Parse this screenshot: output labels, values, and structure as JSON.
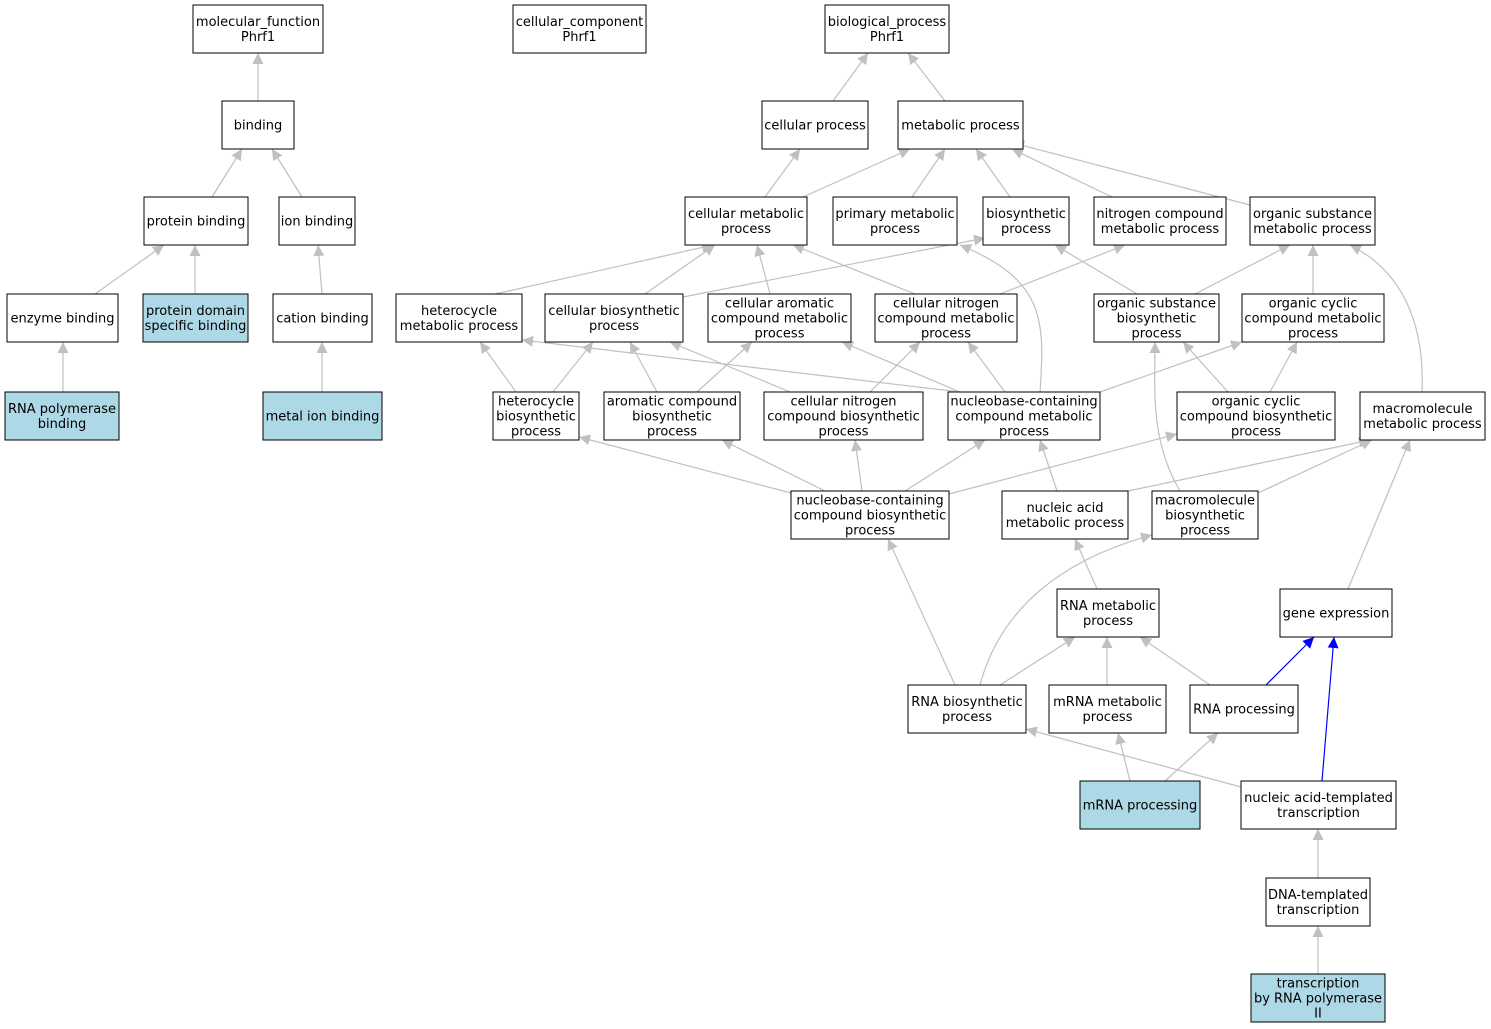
{
  "colors": {
    "default_fill": "#ffffff",
    "highlight_fill": "#add8e6",
    "edge_gray": "#c0c0c0",
    "edge_blue": "#0000ff"
  },
  "nodes": [
    {
      "id": "mf",
      "lines": [
        "molecular_function",
        "Phrf1"
      ],
      "highlight": false
    },
    {
      "id": "cc",
      "lines": [
        "cellular_component",
        "Phrf1"
      ],
      "highlight": false
    },
    {
      "id": "bp",
      "lines": [
        "biological_process",
        "Phrf1"
      ],
      "highlight": false
    },
    {
      "id": "binding",
      "lines": [
        "binding"
      ],
      "highlight": false
    },
    {
      "id": "protein_binding",
      "lines": [
        "protein binding"
      ],
      "highlight": false
    },
    {
      "id": "ion_binding",
      "lines": [
        "ion binding"
      ],
      "highlight": false
    },
    {
      "id": "enzyme_binding",
      "lines": [
        "enzyme binding"
      ],
      "highlight": false
    },
    {
      "id": "protein_domain",
      "lines": [
        "protein domain",
        "specific binding"
      ],
      "highlight": true
    },
    {
      "id": "cation_binding",
      "lines": [
        "cation binding"
      ],
      "highlight": false
    },
    {
      "id": "rnapol_binding",
      "lines": [
        "RNA polymerase",
        "binding"
      ],
      "highlight": true
    },
    {
      "id": "metal_ion",
      "lines": [
        "metal ion binding"
      ],
      "highlight": true
    },
    {
      "id": "cellular_process",
      "lines": [
        "cellular process"
      ],
      "highlight": false
    },
    {
      "id": "metabolic_process",
      "lines": [
        "metabolic process"
      ],
      "highlight": false
    },
    {
      "id": "cell_metab",
      "lines": [
        "cellular metabolic",
        "process"
      ],
      "highlight": false
    },
    {
      "id": "primary_metab",
      "lines": [
        "primary metabolic",
        "process"
      ],
      "highlight": false
    },
    {
      "id": "biosynthetic",
      "lines": [
        "biosynthetic",
        "process"
      ],
      "highlight": false
    },
    {
      "id": "nitrogen_metab",
      "lines": [
        "nitrogen compound",
        "metabolic process"
      ],
      "highlight": false
    },
    {
      "id": "org_sub_metab",
      "lines": [
        "organic substance",
        "metabolic process"
      ],
      "highlight": false
    },
    {
      "id": "hetero_metab",
      "lines": [
        "heterocycle",
        "metabolic process"
      ],
      "highlight": false
    },
    {
      "id": "cell_biosyn",
      "lines": [
        "cellular biosynthetic",
        "process"
      ],
      "highlight": false
    },
    {
      "id": "cell_arom_metab",
      "lines": [
        "cellular aromatic",
        "compound metabolic",
        "process"
      ],
      "highlight": false
    },
    {
      "id": "cell_nitro_metab",
      "lines": [
        "cellular nitrogen",
        "compound metabolic",
        "process"
      ],
      "highlight": false
    },
    {
      "id": "org_sub_biosyn",
      "lines": [
        "organic substance",
        "biosynthetic",
        "process"
      ],
      "highlight": false
    },
    {
      "id": "org_cyc_metab",
      "lines": [
        "organic cyclic",
        "compound metabolic",
        "process"
      ],
      "highlight": false
    },
    {
      "id": "hetero_biosyn",
      "lines": [
        "heterocycle",
        "biosynthetic",
        "process"
      ],
      "highlight": false
    },
    {
      "id": "arom_biosyn",
      "lines": [
        "aromatic compound",
        "biosynthetic",
        "process"
      ],
      "highlight": false
    },
    {
      "id": "cell_nitro_biosyn",
      "lines": [
        "cellular nitrogen",
        "compound biosynthetic",
        "process"
      ],
      "highlight": false
    },
    {
      "id": "nucleobase_metab",
      "lines": [
        "nucleobase-containing",
        "compound metabolic",
        "process"
      ],
      "highlight": false
    },
    {
      "id": "org_cyc_biosyn",
      "lines": [
        "organic cyclic",
        "compound biosynthetic",
        "process"
      ],
      "highlight": false
    },
    {
      "id": "macro_metab",
      "lines": [
        "macromolecule",
        "metabolic process"
      ],
      "highlight": false
    },
    {
      "id": "nucleobase_biosyn",
      "lines": [
        "nucleobase-containing",
        "compound biosynthetic",
        "process"
      ],
      "highlight": false
    },
    {
      "id": "nucleic_metab",
      "lines": [
        "nucleic acid",
        "metabolic process"
      ],
      "highlight": false
    },
    {
      "id": "macro_biosyn",
      "lines": [
        "macromolecule",
        "biosynthetic",
        "process"
      ],
      "highlight": false
    },
    {
      "id": "rna_metab",
      "lines": [
        "RNA metabolic",
        "process"
      ],
      "highlight": false
    },
    {
      "id": "gene_expr",
      "lines": [
        "gene expression"
      ],
      "highlight": false
    },
    {
      "id": "rna_biosyn",
      "lines": [
        "RNA biosynthetic",
        "process"
      ],
      "highlight": false
    },
    {
      "id": "mrna_metab",
      "lines": [
        "mRNA metabolic",
        "process"
      ],
      "highlight": false
    },
    {
      "id": "rna_processing",
      "lines": [
        "RNA processing"
      ],
      "highlight": false
    },
    {
      "id": "mrna_processing",
      "lines": [
        "mRNA processing"
      ],
      "highlight": true
    },
    {
      "id": "nat",
      "lines": [
        "nucleic acid-templated",
        "transcription"
      ],
      "highlight": false
    },
    {
      "id": "dna_templated",
      "lines": [
        "DNA-templated",
        "transcription"
      ],
      "highlight": false
    },
    {
      "id": "tx_rnapol2",
      "lines": [
        "transcription",
        "by RNA polymerase",
        "II"
      ],
      "highlight": true
    }
  ],
  "edges": [
    {
      "from": "binding",
      "to": "mf",
      "color": "gray"
    },
    {
      "from": "protein_binding",
      "to": "binding",
      "color": "gray"
    },
    {
      "from": "ion_binding",
      "to": "binding",
      "color": "gray"
    },
    {
      "from": "enzyme_binding",
      "to": "protein_binding",
      "color": "gray"
    },
    {
      "from": "protein_domain",
      "to": "protein_binding",
      "color": "gray"
    },
    {
      "from": "cation_binding",
      "to": "ion_binding",
      "color": "gray"
    },
    {
      "from": "rnapol_binding",
      "to": "enzyme_binding",
      "color": "gray"
    },
    {
      "from": "metal_ion",
      "to": "cation_binding",
      "color": "gray"
    },
    {
      "from": "cellular_process",
      "to": "bp",
      "color": "gray"
    },
    {
      "from": "metabolic_process",
      "to": "bp",
      "color": "gray"
    },
    {
      "from": "cell_metab",
      "to": "cellular_process",
      "color": "gray"
    },
    {
      "from": "cell_metab",
      "to": "metabolic_process",
      "color": "gray"
    },
    {
      "from": "primary_metab",
      "to": "metabolic_process",
      "color": "gray"
    },
    {
      "from": "biosynthetic",
      "to": "metabolic_process",
      "color": "gray"
    },
    {
      "from": "nitrogen_metab",
      "to": "metabolic_process",
      "color": "gray"
    },
    {
      "from": "org_sub_metab",
      "to": "metabolic_process",
      "color": "gray"
    },
    {
      "from": "hetero_metab",
      "to": "cell_metab",
      "color": "gray"
    },
    {
      "from": "cell_biosyn",
      "to": "cell_metab",
      "color": "gray"
    },
    {
      "from": "cell_biosyn",
      "to": "biosynthetic",
      "color": "gray"
    },
    {
      "from": "cell_arom_metab",
      "to": "cell_metab",
      "color": "gray"
    },
    {
      "from": "cell_nitro_metab",
      "to": "cell_metab",
      "color": "gray"
    },
    {
      "from": "cell_nitro_metab",
      "to": "nitrogen_metab",
      "color": "gray"
    },
    {
      "from": "org_sub_biosyn",
      "to": "biosynthetic",
      "color": "gray"
    },
    {
      "from": "org_sub_biosyn",
      "to": "org_sub_metab",
      "color": "gray"
    },
    {
      "from": "org_cyc_metab",
      "to": "org_sub_metab",
      "color": "gray"
    },
    {
      "from": "hetero_biosyn",
      "to": "hetero_metab",
      "color": "gray"
    },
    {
      "from": "hetero_biosyn",
      "to": "cell_biosyn",
      "color": "gray"
    },
    {
      "from": "arom_biosyn",
      "to": "cell_biosyn",
      "color": "gray"
    },
    {
      "from": "arom_biosyn",
      "to": "cell_arom_metab",
      "color": "gray"
    },
    {
      "from": "cell_nitro_biosyn",
      "to": "cell_biosyn",
      "color": "gray"
    },
    {
      "from": "cell_nitro_biosyn",
      "to": "cell_nitro_metab",
      "color": "gray"
    },
    {
      "from": "nucleobase_metab",
      "to": "hetero_metab",
      "color": "gray"
    },
    {
      "from": "nucleobase_metab",
      "to": "cell_arom_metab",
      "color": "gray"
    },
    {
      "from": "nucleobase_metab",
      "to": "cell_nitro_metab",
      "color": "gray"
    },
    {
      "from": "nucleobase_metab",
      "to": "org_cyc_metab",
      "color": "gray"
    },
    {
      "from": "nucleobase_metab",
      "to": "primary_metab",
      "color": "gray"
    },
    {
      "from": "org_cyc_biosyn",
      "to": "org_sub_biosyn",
      "color": "gray"
    },
    {
      "from": "org_cyc_biosyn",
      "to": "org_cyc_metab",
      "color": "gray"
    },
    {
      "from": "macro_metab",
      "to": "org_sub_metab",
      "color": "gray"
    },
    {
      "from": "nucleobase_biosyn",
      "to": "hetero_biosyn",
      "color": "gray"
    },
    {
      "from": "nucleobase_biosyn",
      "to": "arom_biosyn",
      "color": "gray"
    },
    {
      "from": "nucleobase_biosyn",
      "to": "cell_nitro_biosyn",
      "color": "gray"
    },
    {
      "from": "nucleobase_biosyn",
      "to": "nucleobase_metab",
      "color": "gray"
    },
    {
      "from": "nucleobase_biosyn",
      "to": "org_cyc_biosyn",
      "color": "gray"
    },
    {
      "from": "nucleic_metab",
      "to": "nucleobase_metab",
      "color": "gray"
    },
    {
      "from": "nucleic_metab",
      "to": "macro_metab",
      "color": "gray"
    },
    {
      "from": "macro_biosyn",
      "to": "macro_metab",
      "color": "gray"
    },
    {
      "from": "macro_biosyn",
      "to": "org_sub_biosyn",
      "color": "gray"
    },
    {
      "from": "rna_metab",
      "to": "nucleic_metab",
      "color": "gray"
    },
    {
      "from": "gene_expr",
      "to": "macro_metab",
      "color": "gray"
    },
    {
      "from": "rna_biosyn",
      "to": "nucleobase_biosyn",
      "color": "gray"
    },
    {
      "from": "rna_biosyn",
      "to": "rna_metab",
      "color": "gray"
    },
    {
      "from": "rna_biosyn",
      "to": "macro_biosyn",
      "color": "gray"
    },
    {
      "from": "mrna_metab",
      "to": "rna_metab",
      "color": "gray"
    },
    {
      "from": "rna_processing",
      "to": "rna_metab",
      "color": "gray"
    },
    {
      "from": "rna_processing",
      "to": "gene_expr",
      "color": "blue"
    },
    {
      "from": "mrna_processing",
      "to": "mrna_metab",
      "color": "gray"
    },
    {
      "from": "mrna_processing",
      "to": "rna_processing",
      "color": "gray"
    },
    {
      "from": "nat",
      "to": "rna_biosyn",
      "color": "gray"
    },
    {
      "from": "nat",
      "to": "gene_expr",
      "color": "blue"
    },
    {
      "from": "dna_templated",
      "to": "nat",
      "color": "gray"
    },
    {
      "from": "tx_rnapol2",
      "to": "dna_templated",
      "color": "gray"
    }
  ]
}
